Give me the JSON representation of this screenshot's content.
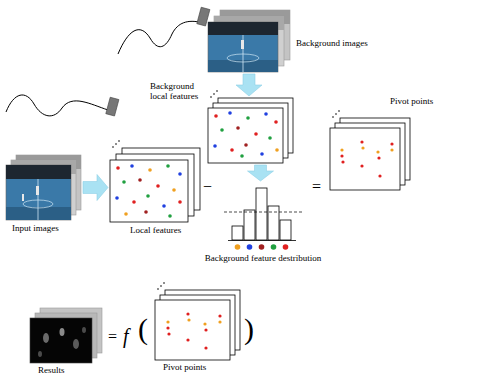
{
  "diagram": {
    "nodes": [
      {
        "text": [
          "Background images"
        ]
      },
      {
        "text": [
          "Background local features"
        ]
      },
      {
        "text": [
          "Background feature destribution"
        ]
      },
      {
        "text": [
          "Input images"
        ]
      },
      {
        "text": [
          "Local features"
        ]
      },
      {
        "text": [
          "Pivot points"
        ]
      },
      {
        "text": [
          "Results"
        ]
      },
      {
        "text": [
          "Pivot points"
        ]
      }
    ],
    "edges": [
      {
        "from": 0,
        "to": 1,
        "arrow": "to"
      },
      {
        "from": 1,
        "to": 2,
        "arrow": "to"
      },
      {
        "from": 3,
        "to": 4,
        "arrow": "to"
      }
    ],
    "labels": [
      "−",
      "=",
      "=",
      "f",
      "(",
      ")"
    ]
  }
}
